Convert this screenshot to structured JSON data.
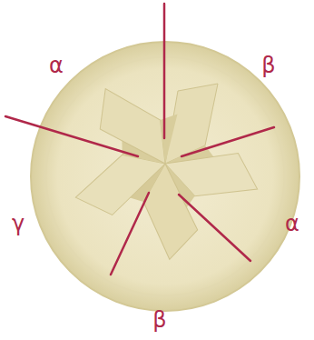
{
  "diagram": {
    "labels": [
      "α",
      "β",
      "γ",
      "α",
      "β"
    ]
  }
}
